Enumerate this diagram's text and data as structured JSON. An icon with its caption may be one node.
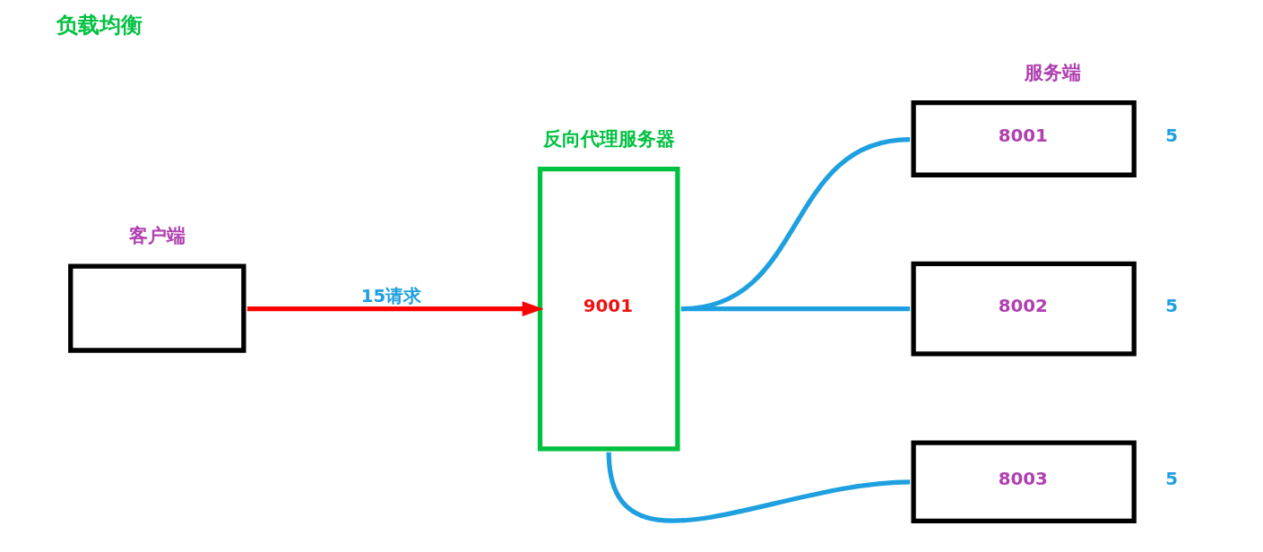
{
  "diagram": {
    "title": "负载均衡",
    "nodes": [
      {
        "text": [
          "客户端"
        ]
      },
      {
        "text": [
          "反向代理服务器",
          "9001"
        ]
      },
      {
        "text": [
          "服务端",
          "8001"
        ],
        "beside": [
          "5"
        ]
      },
      {
        "text": [
          "8002"
        ],
        "beside": [
          "5"
        ]
      },
      {
        "text": [
          "8003"
        ],
        "beside": [
          "5"
        ]
      }
    ],
    "edges": [
      {
        "from": 0,
        "to": 1,
        "arrow": "to",
        "label": "15请求",
        "color": "#ff0000"
      },
      {
        "from": 1,
        "to": 2,
        "arrow": "none"
      },
      {
        "from": 1,
        "to": 3,
        "arrow": "none"
      },
      {
        "from": 1,
        "to": 4,
        "arrow": "none"
      }
    ]
  }
}
